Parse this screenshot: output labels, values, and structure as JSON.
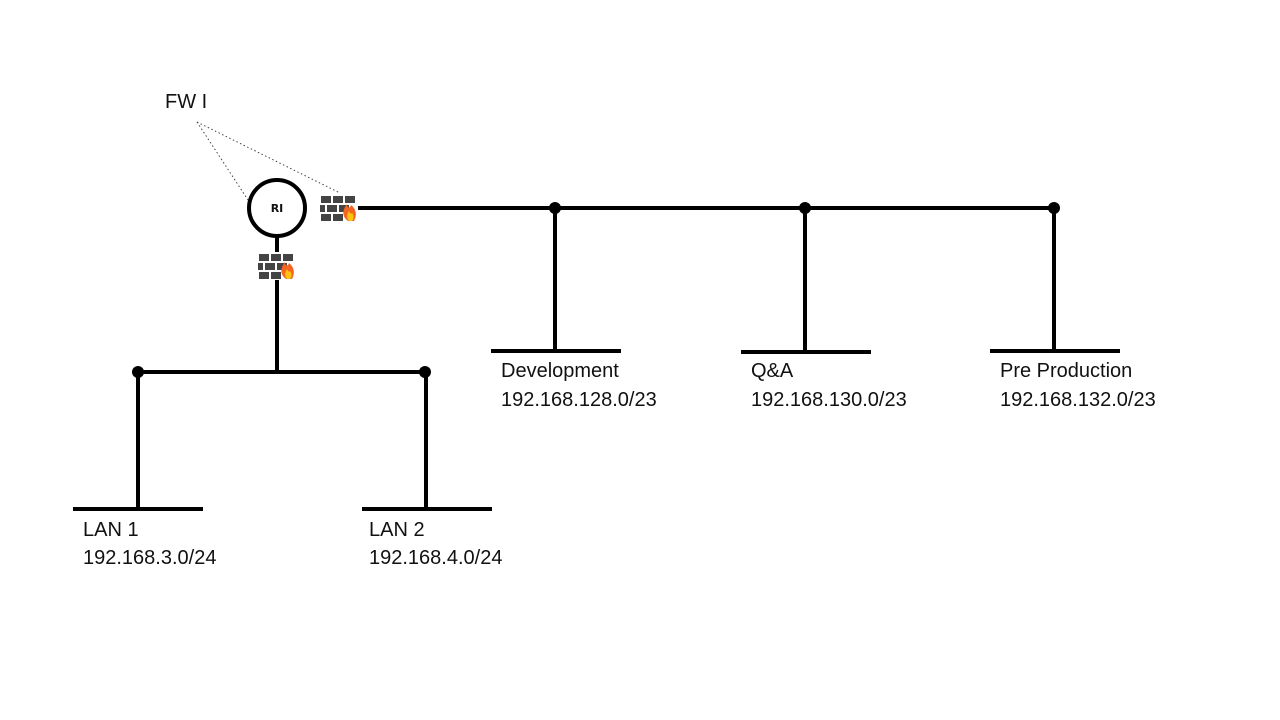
{
  "firewall_label": "FW I",
  "router": {
    "label": "RI"
  },
  "networks": {
    "development": {
      "name": "Development",
      "subnet": "192.168.128.0/23"
    },
    "qa": {
      "name": "Q&A",
      "subnet": "192.168.130.0/23"
    },
    "preproduction": {
      "name": "Pre Production",
      "subnet": "192.168.132.0/23"
    },
    "lan1": {
      "name": "LAN 1",
      "subnet": "192.168.3.0/24"
    },
    "lan2": {
      "name": "LAN 2",
      "subnet": "192.168.4.0/24"
    }
  },
  "colors": {
    "line": "#000000",
    "firewall_brick": "#444444",
    "flame_outer": "#f26522",
    "flame_inner": "#ffc20e"
  },
  "icons": [
    "firewall-icon",
    "router-icon"
  ]
}
